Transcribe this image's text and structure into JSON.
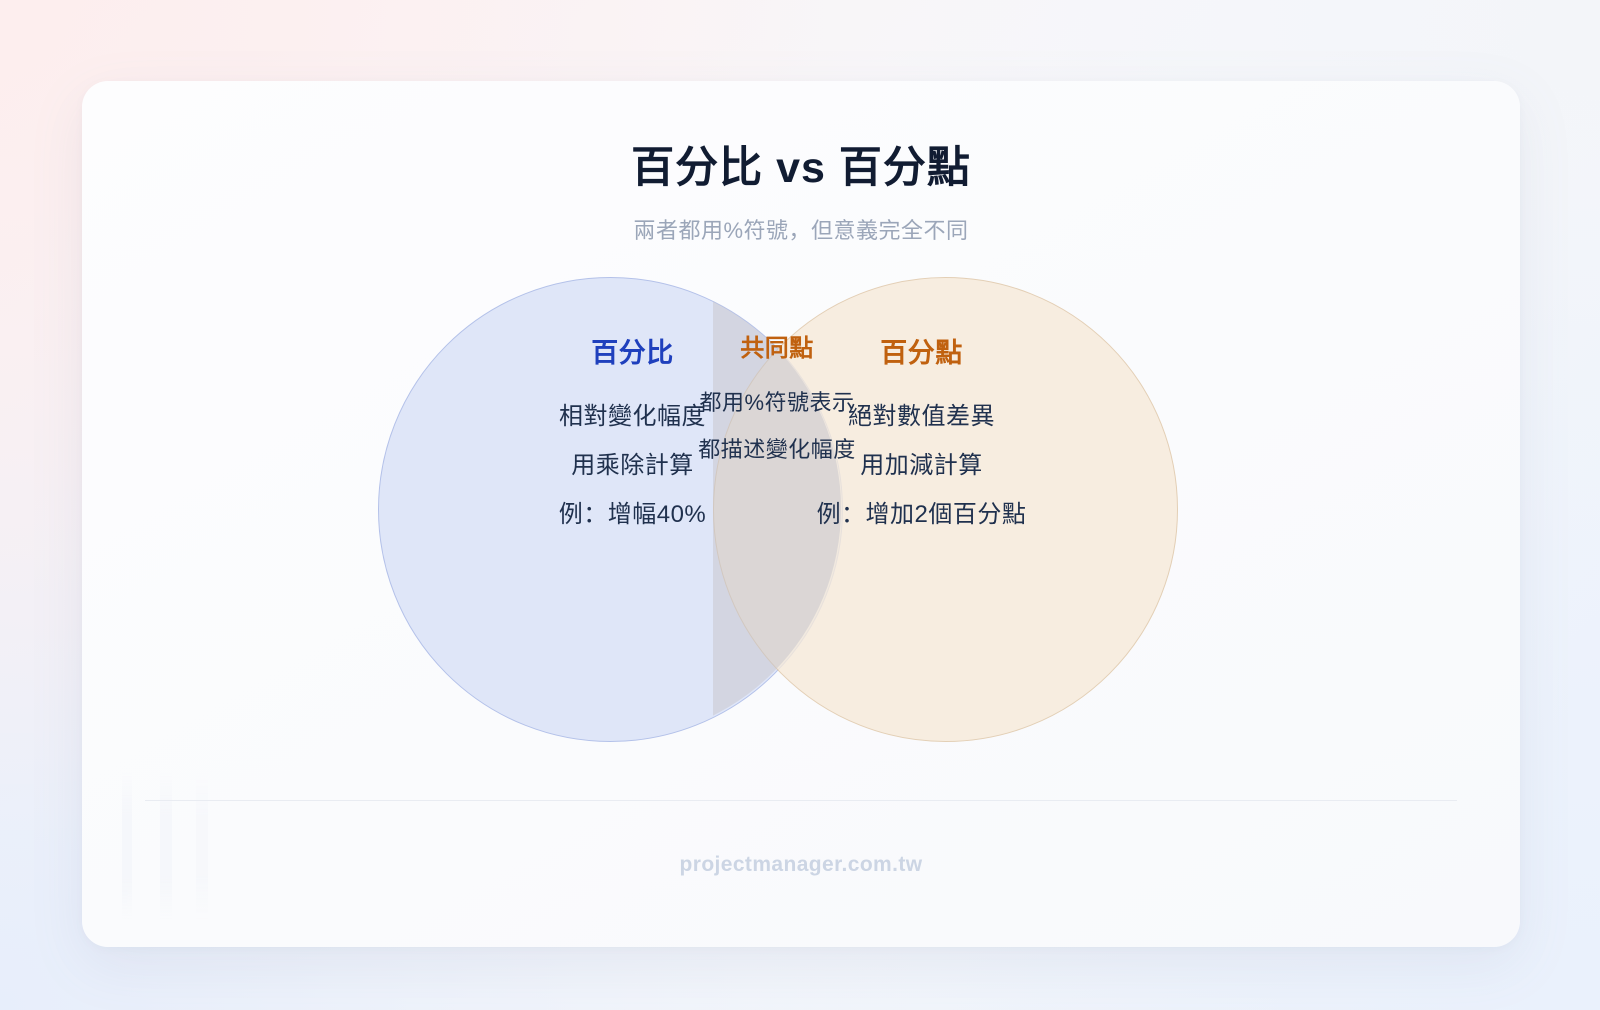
{
  "header": {
    "title": "百分比 vs 百分點",
    "subtitle": "兩者都用%符號，但意義完全不同"
  },
  "venn": {
    "left": {
      "heading": "百分比",
      "items": [
        "相對變化幅度",
        "用乘除計算",
        "例：增幅40%"
      ],
      "heading_color": "#1f40bd",
      "fill_color": "#dde5f8",
      "border_color": "#aebde8"
    },
    "overlap": {
      "heading": "共同點",
      "items": [
        "都用%符號表示",
        "都描述變化幅度"
      ],
      "heading_color": "#c0610f",
      "fill_color": "#c8c6cb"
    },
    "right": {
      "heading": "百分點",
      "items": [
        "絕對數值差異",
        "用加減計算",
        "例：增加2個百分點"
      ],
      "heading_color": "#c0610f",
      "fill_color": "#f7ead9",
      "border_color": "#ddc3a2"
    }
  },
  "footer": {
    "site": "projectmanager.com.tw"
  }
}
